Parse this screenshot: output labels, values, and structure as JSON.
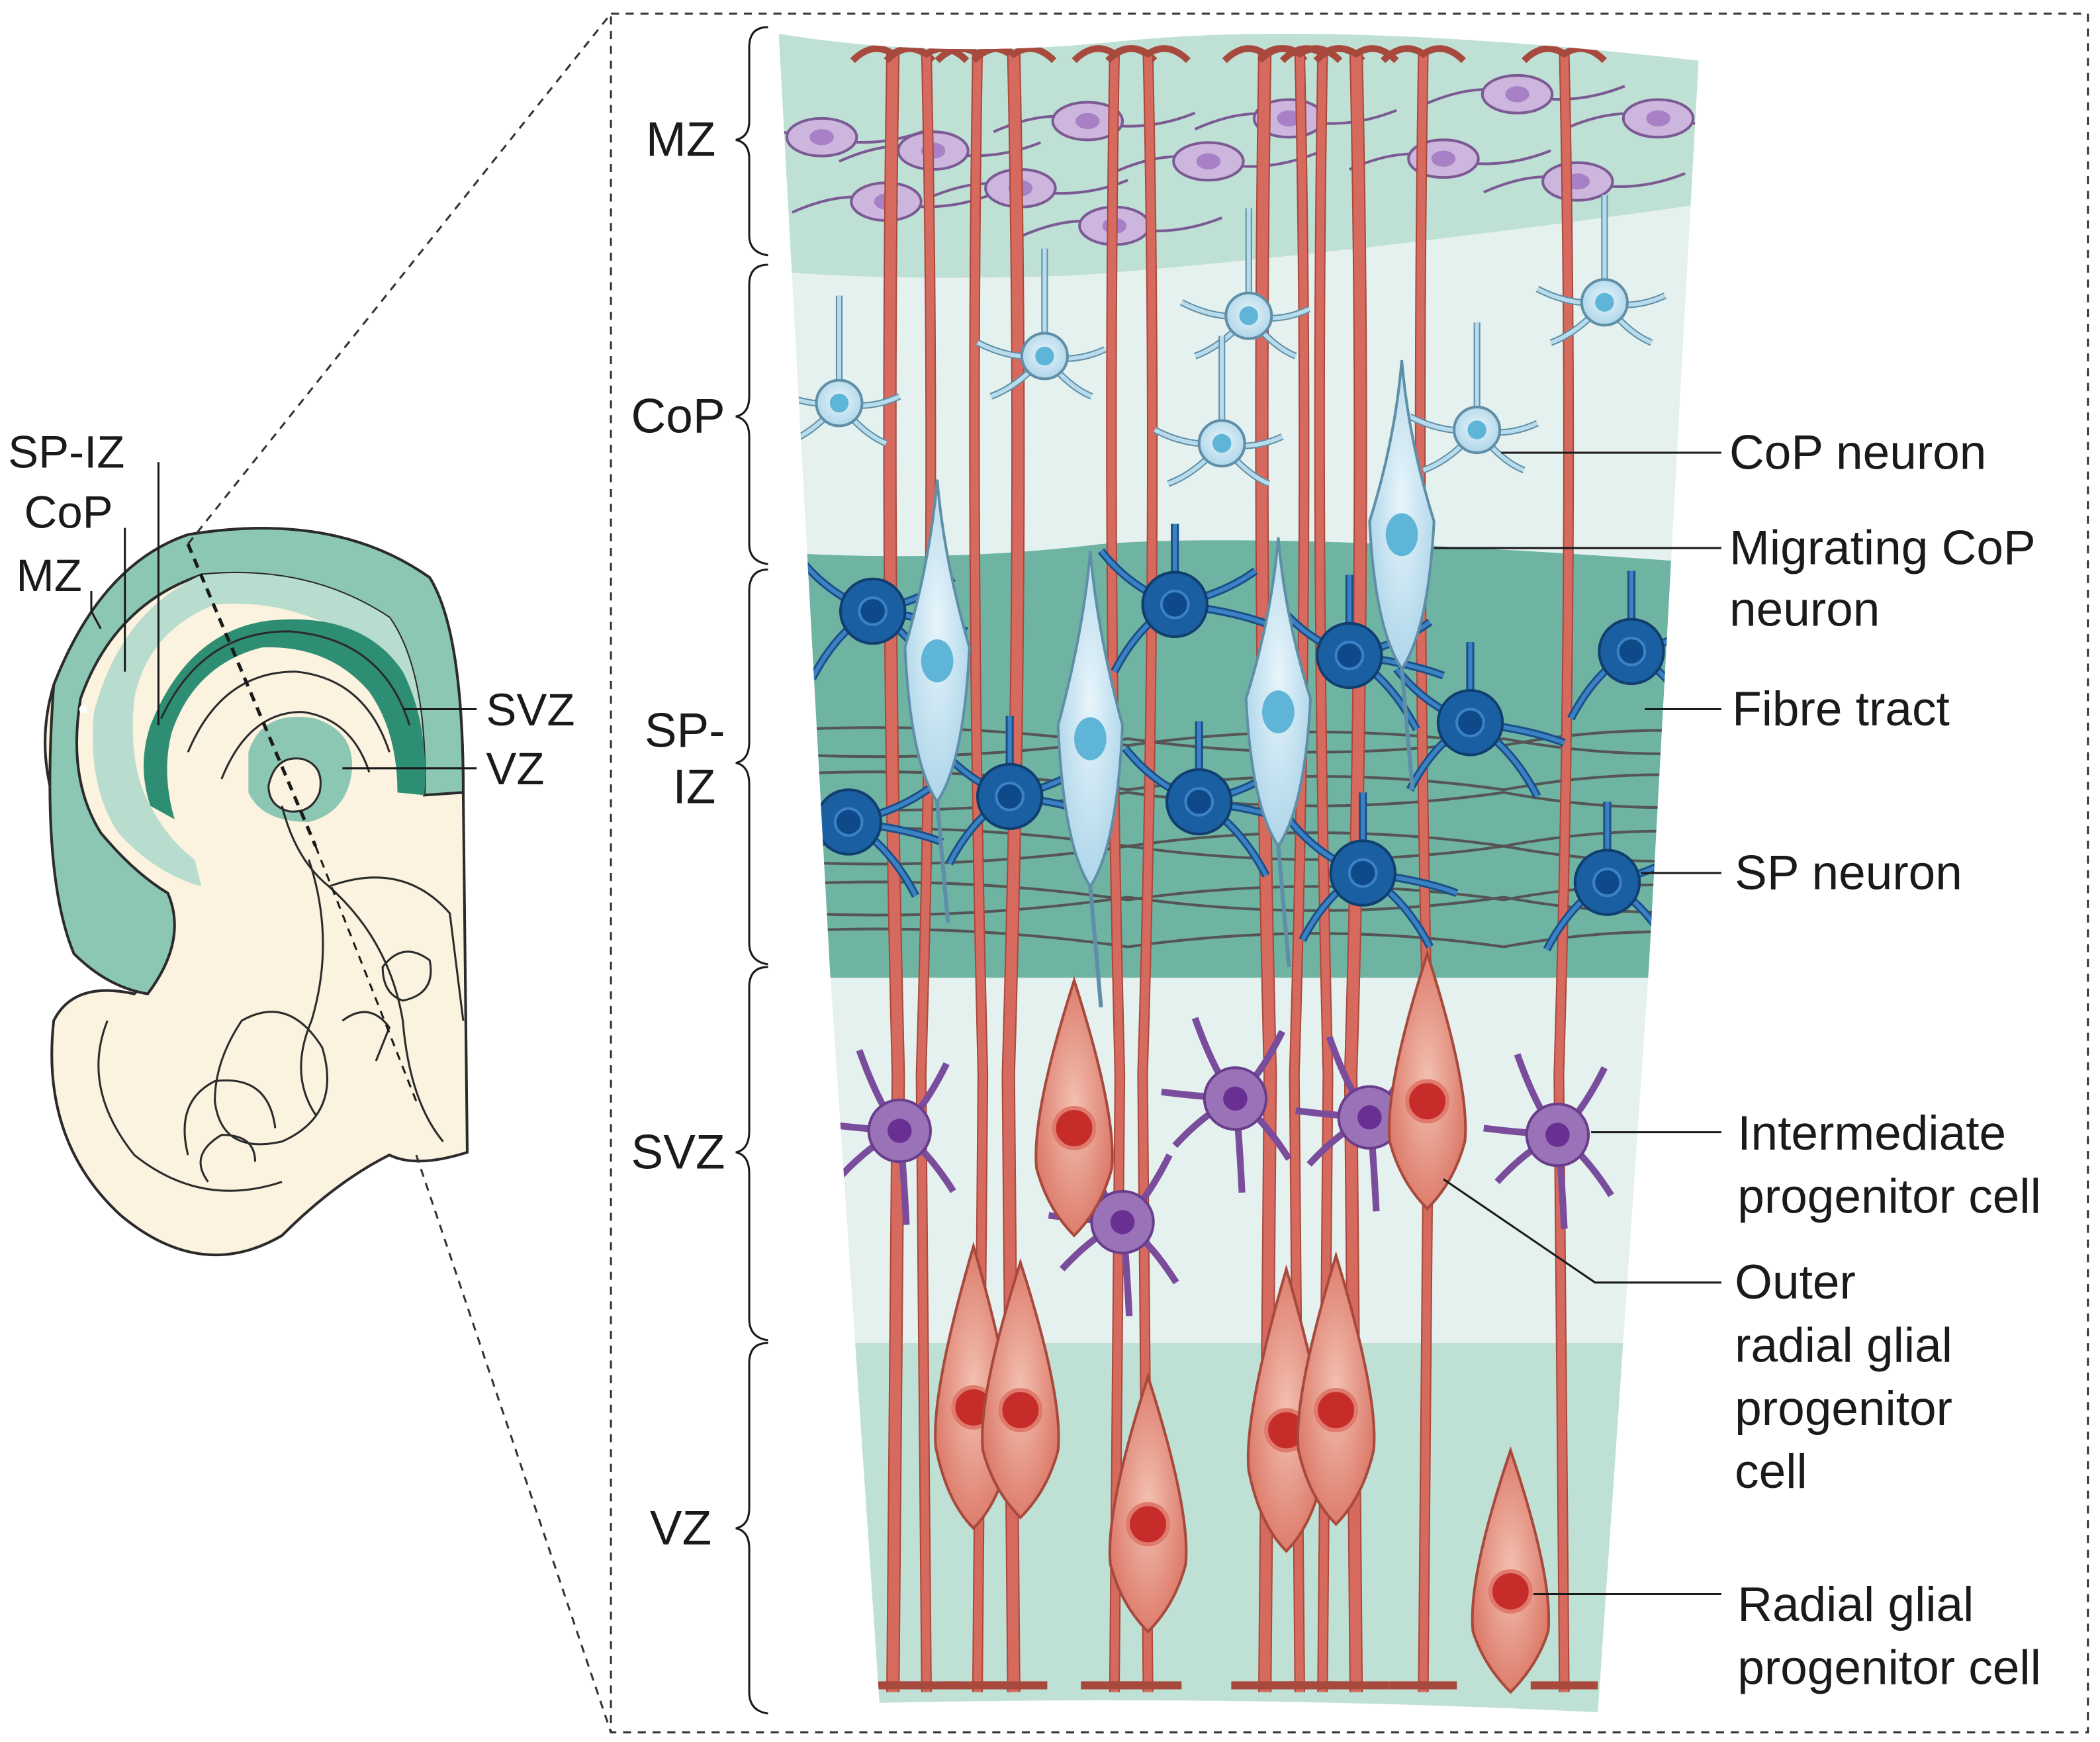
{
  "brain_section": {
    "labels": {
      "sp_iz": "SP-IZ",
      "cop": "CoP",
      "mz": "MZ",
      "svz": "SVZ",
      "vz": "VZ"
    }
  },
  "zones": [
    {
      "id": "mz",
      "label": "MZ"
    },
    {
      "id": "cop",
      "label": "CoP"
    },
    {
      "id": "spiz",
      "label_line1": "SP-",
      "label_line2": "IZ"
    },
    {
      "id": "svz",
      "label": "SVZ"
    },
    {
      "id": "vz",
      "label": "VZ"
    }
  ],
  "callouts": {
    "cop_neuron": [
      "CoP neuron"
    ],
    "migrating_cop_neuron": [
      "Migrating CoP",
      "neuron"
    ],
    "fibre_tract": [
      "Fibre tract"
    ],
    "sp_neuron": [
      "SP neuron"
    ],
    "intermediate_progenitor": [
      "Intermediate",
      "progenitor cell"
    ],
    "outer_radial_glial": [
      "Outer",
      "radial glial",
      "progenitor",
      "cell"
    ],
    "radial_glial": [
      "Radial glial",
      "progenitor cell"
    ]
  },
  "colors": {
    "dark_green": "#2e8e73",
    "light_green": "#bfe0d4",
    "pale_green": "#e4f1ee",
    "sp_band": "#6fb3a2",
    "radial_glia": "#d76a5e",
    "radial_glia_light": "#f1b7a8",
    "nucleus_red": "#c62c2a",
    "cop_cell": "#b9dced",
    "cop_stroke": "#5f8fa8",
    "sp_neuron": "#1b5fa3",
    "ipc": "#9a72b8",
    "mz_cell": "#cdb6de",
    "skin": "#fbf2df"
  }
}
